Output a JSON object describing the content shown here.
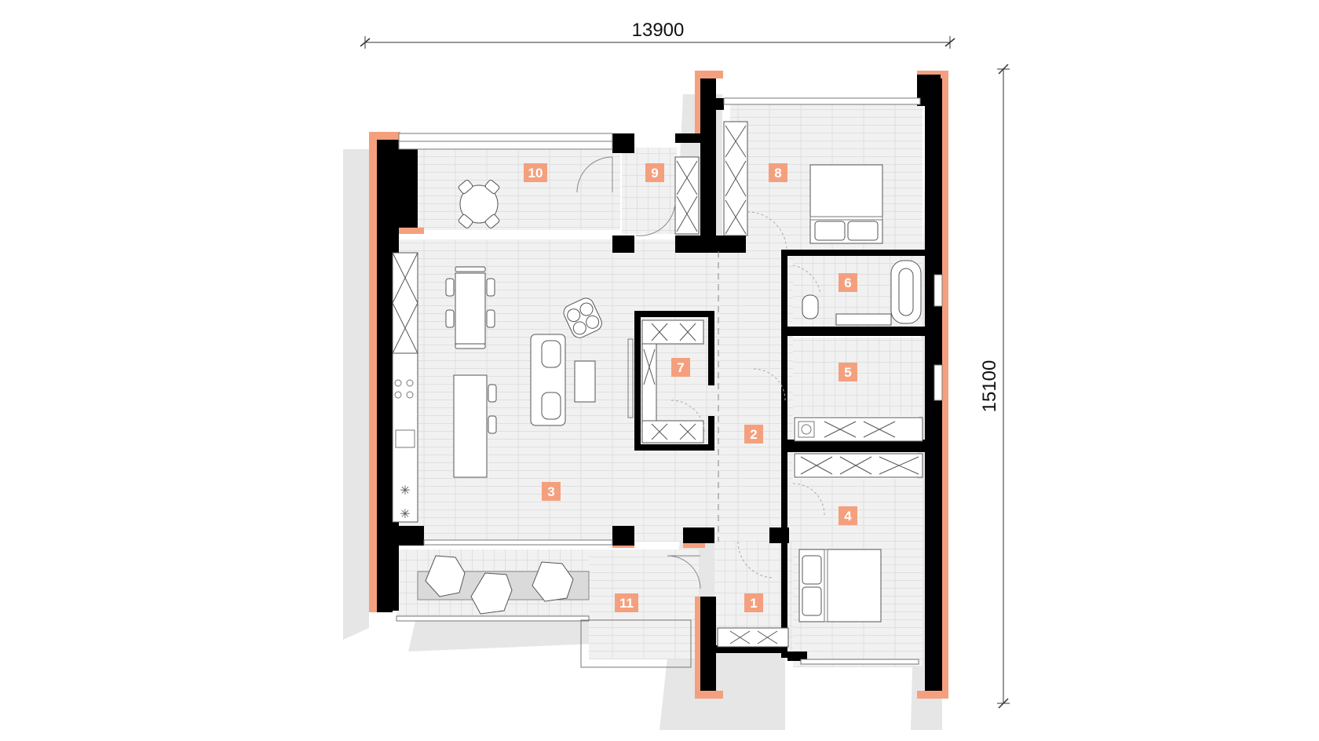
{
  "dimensions": {
    "width": "13900",
    "height": "15100"
  },
  "rooms": [
    "1",
    "2",
    "3",
    "4",
    "5",
    "6",
    "7",
    "8",
    "9",
    "10",
    "11"
  ],
  "colors": {
    "accent": "#f4a07e",
    "wall": "#000000",
    "shadow": "#e6e6e6",
    "floor": "#f1f1f1"
  }
}
